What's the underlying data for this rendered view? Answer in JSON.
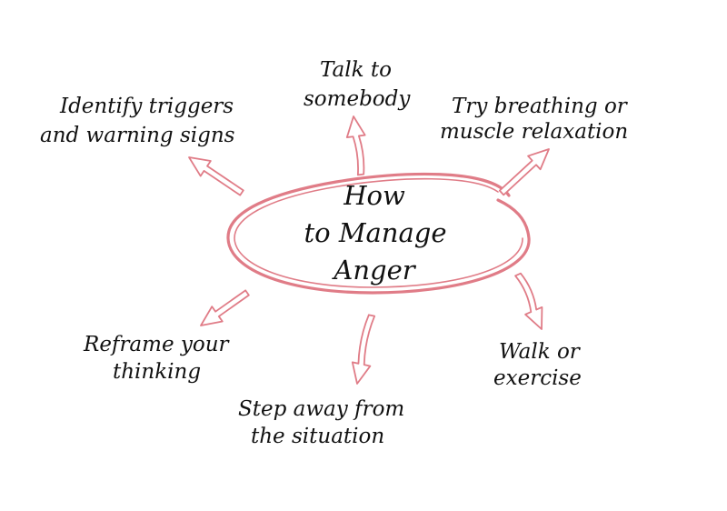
{
  "colors": {
    "accent": "#e07c87",
    "text": "#111111",
    "background": "#ffffff"
  },
  "center": {
    "lines": [
      "How",
      "to Manage",
      "Anger"
    ]
  },
  "branches": [
    {
      "id": "identify-triggers",
      "lines": [
        "Identify triggers",
        "and warning signs"
      ]
    },
    {
      "id": "talk-to-somebody",
      "lines": [
        "Talk to",
        "somebody"
      ]
    },
    {
      "id": "try-breathing",
      "lines": [
        "Try breathing or",
        "muscle relaxation"
      ]
    },
    {
      "id": "walk-or-exercise",
      "lines": [
        "Walk or",
        "exercise"
      ]
    },
    {
      "id": "step-away",
      "lines": [
        "Step away from",
        "the situation"
      ]
    },
    {
      "id": "reframe-thinking",
      "lines": [
        "Reframe your",
        "thinking"
      ]
    }
  ]
}
